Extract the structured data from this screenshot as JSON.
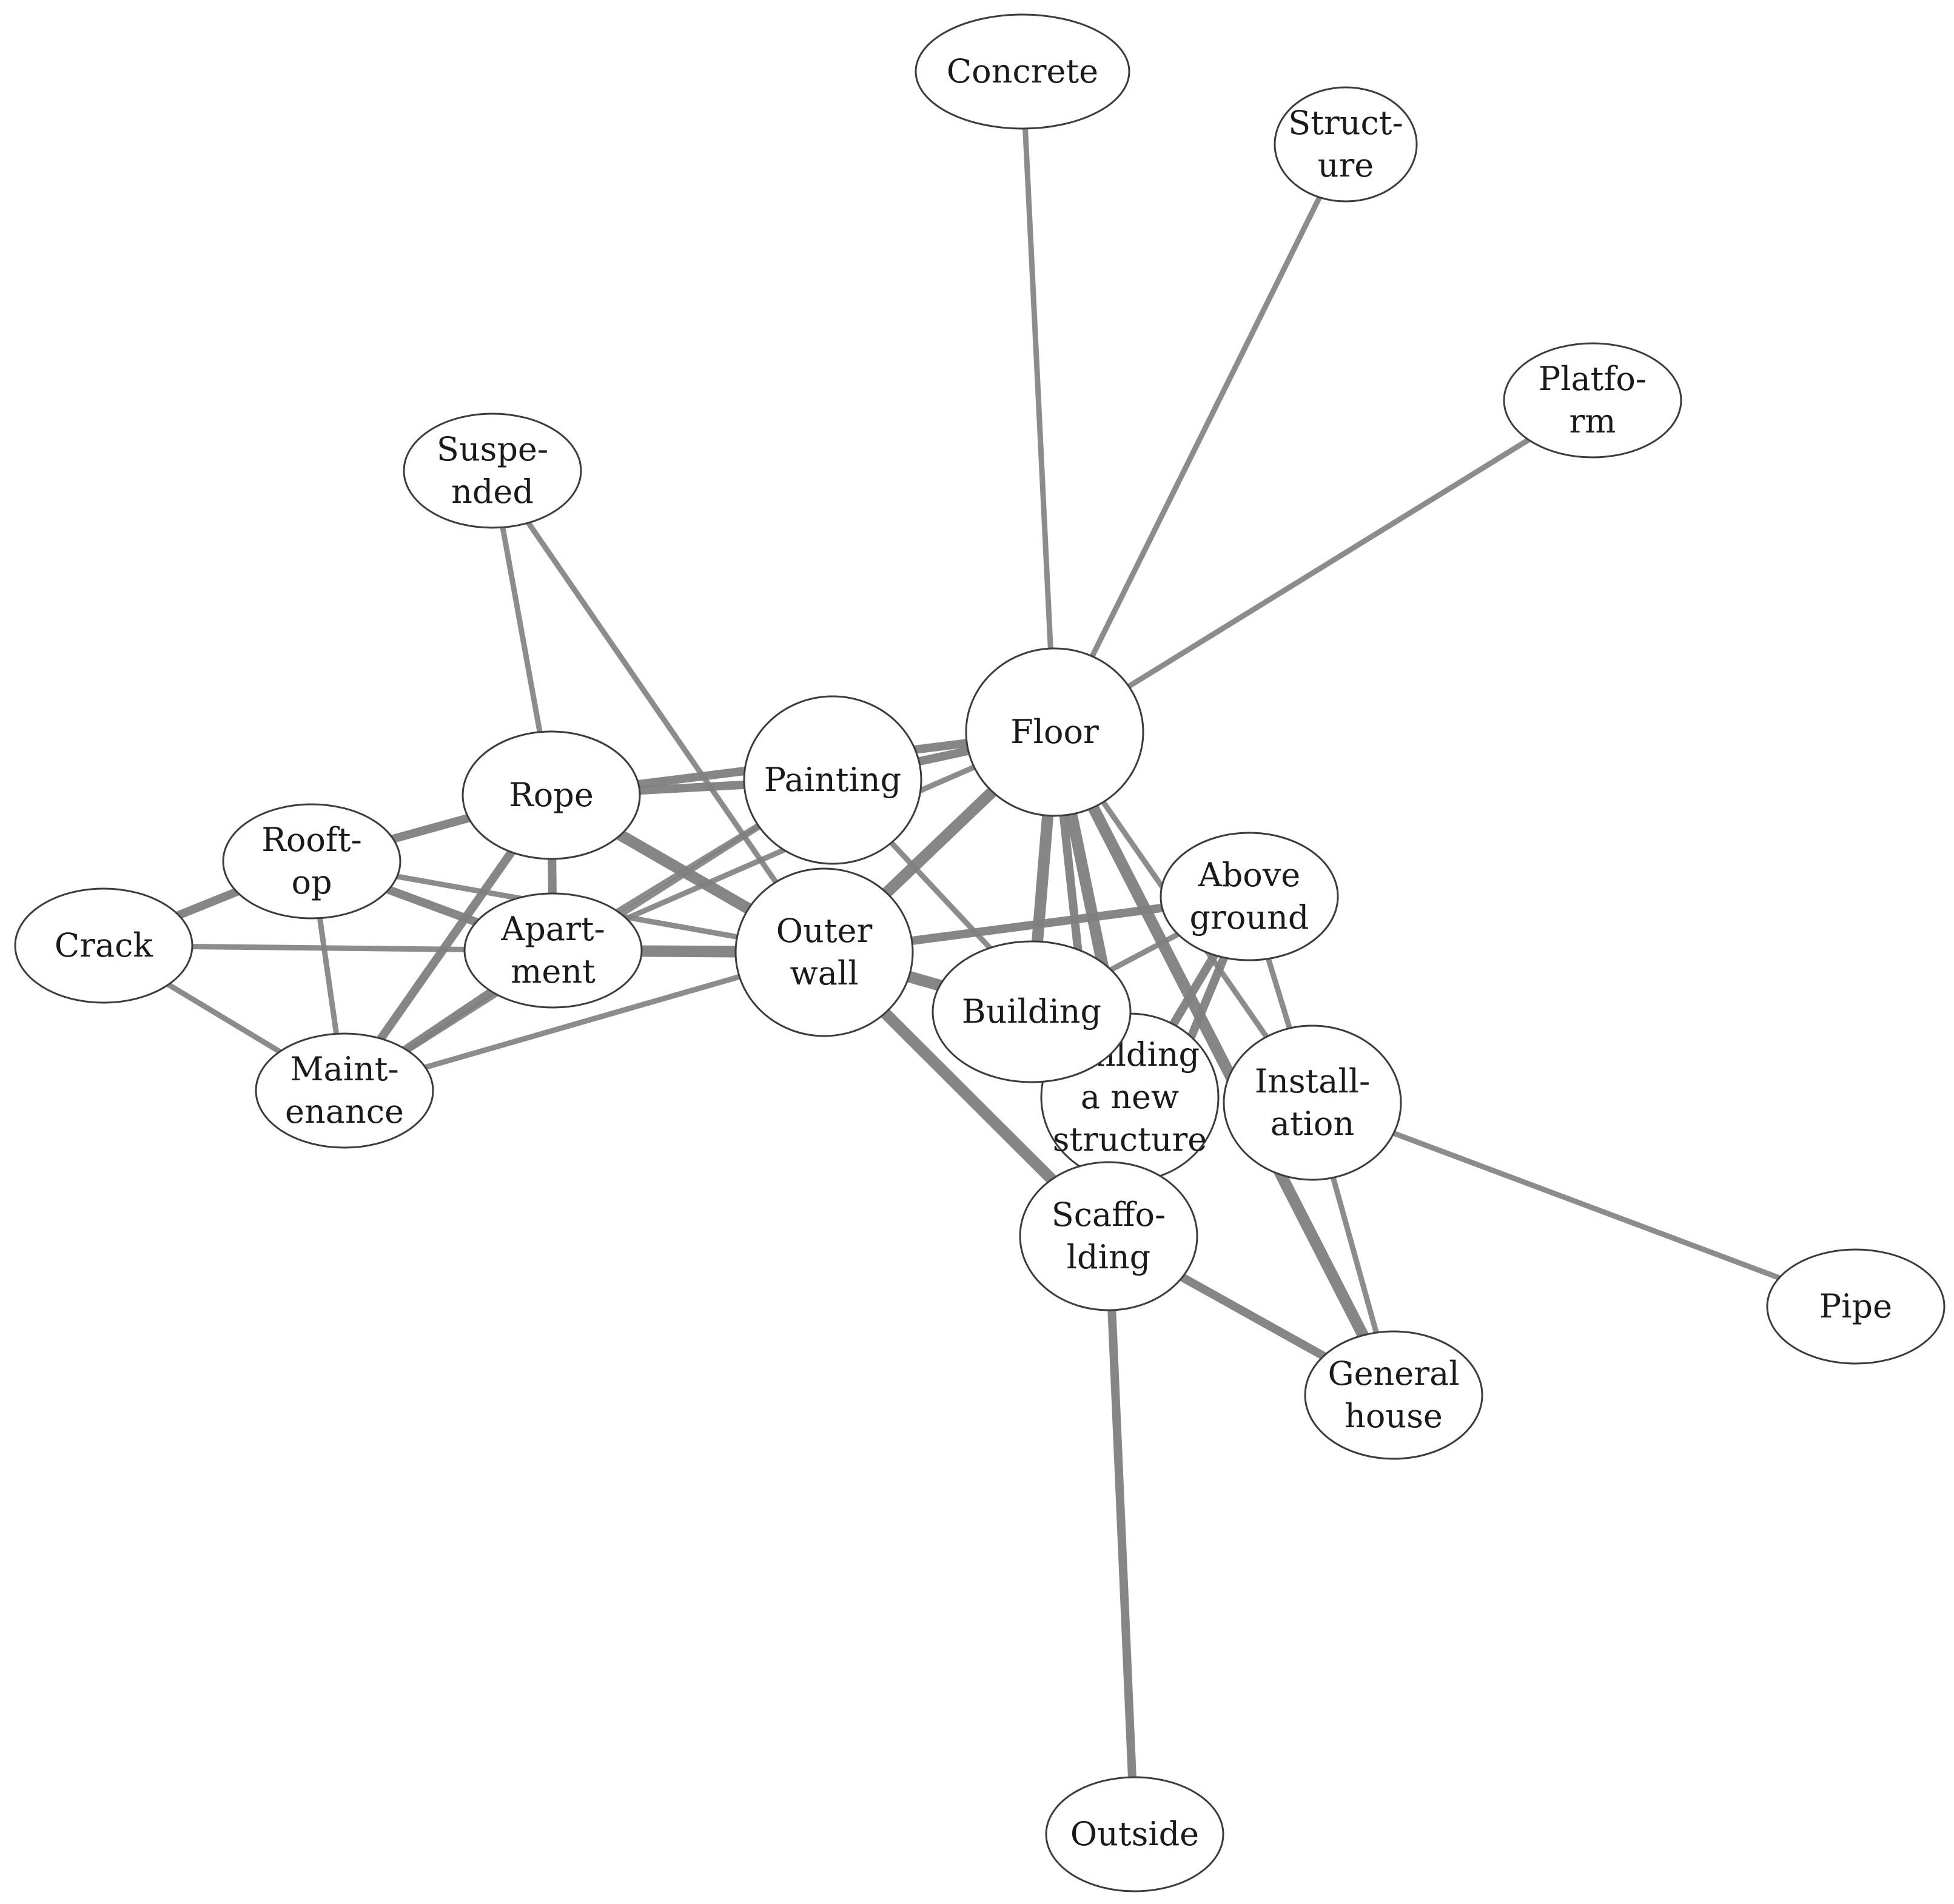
{
  "graph": {
    "nodes": [
      {
        "id": "concrete",
        "lines": [
          "Concrete"
        ]
      },
      {
        "id": "structure",
        "lines": [
          "Struct-",
          "ure"
        ]
      },
      {
        "id": "platform",
        "lines": [
          "Platfo-",
          "rm"
        ]
      },
      {
        "id": "suspended",
        "lines": [
          "Suspe-",
          "nded"
        ]
      },
      {
        "id": "floor",
        "lines": [
          "Floor"
        ]
      },
      {
        "id": "painting",
        "lines": [
          "Painting"
        ]
      },
      {
        "id": "rope",
        "lines": [
          "Rope"
        ]
      },
      {
        "id": "rooftop",
        "lines": [
          "Rooft-",
          "op"
        ]
      },
      {
        "id": "crack",
        "lines": [
          "Crack"
        ]
      },
      {
        "id": "apartment",
        "lines": [
          "Apart-",
          "ment"
        ]
      },
      {
        "id": "maintenance",
        "lines": [
          "Maint-",
          "enance"
        ]
      },
      {
        "id": "outerwall",
        "lines": [
          "Outer",
          "wall"
        ]
      },
      {
        "id": "aboveground",
        "lines": [
          "Above",
          "ground"
        ]
      },
      {
        "id": "buildingnew",
        "lines": [
          "Building",
          "a new",
          "structure"
        ]
      },
      {
        "id": "installation",
        "lines": [
          "Install-",
          "ation"
        ]
      },
      {
        "id": "scaffolding",
        "lines": [
          "Scaffo-",
          "lding"
        ]
      },
      {
        "id": "building",
        "lines": [
          "Building"
        ]
      },
      {
        "id": "pipe",
        "lines": [
          "Pipe"
        ]
      },
      {
        "id": "generalhouse",
        "lines": [
          "General",
          "house"
        ]
      },
      {
        "id": "outside",
        "lines": [
          "Outside"
        ]
      }
    ],
    "edges": [
      {
        "from": "concrete",
        "to": "floor",
        "w": 1
      },
      {
        "from": "structure",
        "to": "floor",
        "w": 1
      },
      {
        "from": "platform",
        "to": "floor",
        "w": 1
      },
      {
        "from": "suspended",
        "to": "rope",
        "w": 1
      },
      {
        "from": "suspended",
        "to": "outerwall",
        "w": 1
      },
      {
        "from": "floor",
        "to": "painting",
        "w": 2
      },
      {
        "from": "floor",
        "to": "rope",
        "w": 2
      },
      {
        "from": "floor",
        "to": "outerwall",
        "w": 3
      },
      {
        "from": "floor",
        "to": "apartment",
        "w": 1
      },
      {
        "from": "floor",
        "to": "building",
        "w": 3
      },
      {
        "from": "floor",
        "to": "buildingnew",
        "w": 3
      },
      {
        "from": "floor",
        "to": "scaffolding",
        "w": 2
      },
      {
        "from": "floor",
        "to": "installation",
        "w": 1
      },
      {
        "from": "floor",
        "to": "generalhouse",
        "w": 3
      },
      {
        "from": "painting",
        "to": "rope",
        "w": 2
      },
      {
        "from": "painting",
        "to": "apartment",
        "w": 1
      },
      {
        "from": "painting",
        "to": "maintenance",
        "w": 1
      },
      {
        "from": "painting",
        "to": "buildingnew",
        "w": 1
      },
      {
        "from": "rope",
        "to": "rooftop",
        "w": 2
      },
      {
        "from": "rope",
        "to": "apartment",
        "w": 2
      },
      {
        "from": "rope",
        "to": "outerwall",
        "w": 3
      },
      {
        "from": "rope",
        "to": "maintenance",
        "w": 2
      },
      {
        "from": "rooftop",
        "to": "crack",
        "w": 2
      },
      {
        "from": "rooftop",
        "to": "apartment",
        "w": 2
      },
      {
        "from": "rooftop",
        "to": "maintenance",
        "w": 1
      },
      {
        "from": "rooftop",
        "to": "outerwall",
        "w": 1
      },
      {
        "from": "crack",
        "to": "apartment",
        "w": 1
      },
      {
        "from": "crack",
        "to": "maintenance",
        "w": 1
      },
      {
        "from": "apartment",
        "to": "outerwall",
        "w": 3
      },
      {
        "from": "apartment",
        "to": "maintenance",
        "w": 2
      },
      {
        "from": "maintenance",
        "to": "outerwall",
        "w": 1
      },
      {
        "from": "outerwall",
        "to": "aboveground",
        "w": 2
      },
      {
        "from": "outerwall",
        "to": "building",
        "w": 3
      },
      {
        "from": "outerwall",
        "to": "scaffolding",
        "w": 3
      },
      {
        "from": "building",
        "to": "aboveground",
        "w": 1
      },
      {
        "from": "buildingnew",
        "to": "aboveground",
        "w": 2
      },
      {
        "from": "scaffolding",
        "to": "aboveground",
        "w": 2
      },
      {
        "from": "aboveground",
        "to": "installation",
        "w": 1
      },
      {
        "from": "installation",
        "to": "pipe",
        "w": 1
      },
      {
        "from": "installation",
        "to": "generalhouse",
        "w": 1
      },
      {
        "from": "scaffolding",
        "to": "generalhouse",
        "w": 2
      },
      {
        "from": "scaffolding",
        "to": "outside",
        "w": 2
      }
    ]
  },
  "colors": {
    "edge": "#808080",
    "node_fill": "#ffffff",
    "node_stroke": "#3c3c3c",
    "label": "#1a1a1a"
  }
}
